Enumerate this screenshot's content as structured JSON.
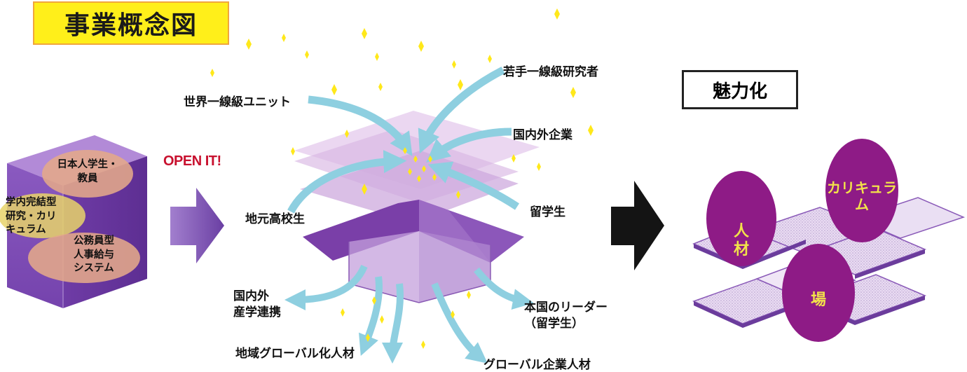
{
  "title": "事業概念図",
  "open_it": "OPEN IT!",
  "miryoku": "魅力化",
  "cube": {
    "top_label": "日本人学生・\n教員",
    "middle_label": "学内完結型\n研究・カリ\nキュラム",
    "bottom_label": "公務員型\n人事給与\nシステム"
  },
  "inflows": {
    "world_unit": "世界一線級ユニット",
    "young_researcher": "若手一線級研究者",
    "companies": "国内外企業",
    "local_students": "地元高校生",
    "intl_students": "留学生"
  },
  "outflows": {
    "industry": "国内外\n産学連携",
    "regional_talent": "地域グローバル化人材",
    "global_talent": "グローバル企業人材",
    "home_leaders": "本国のリーダー\n（留学生）"
  },
  "attractions": {
    "people": "人\n材",
    "curriculum": "カリキュラ\nム",
    "place": "場"
  },
  "colors": {
    "title_bg": "#ffef1a",
    "cube_purple": "#8f5fc2",
    "arrow_blue": "#8ecfe0",
    "circle_purple": "#8e1b86",
    "circle_text": "#f2e24a",
    "sparkle": "#ffe81a",
    "open_it": "#c8102e"
  }
}
